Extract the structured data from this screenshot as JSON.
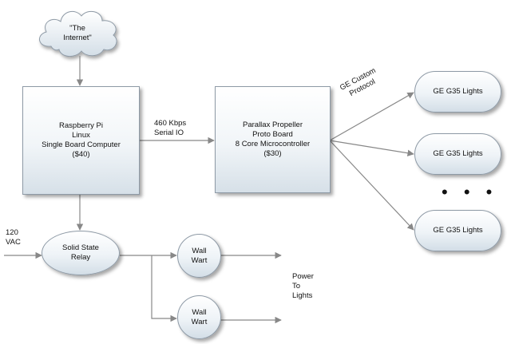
{
  "nodes": {
    "internet": "\"The\nInternet\"",
    "raspberry_pi": "Raspberry Pi\nLinux\nSingle Board Computer\n($40)",
    "propeller": "Parallax Propeller\nProto Board\n8 Core Microcontroller\n($30)",
    "ssr": "Solid State\nRelay",
    "wall_wart_1": "Wall\nWart",
    "wall_wart_2": "Wall\nWart",
    "lights_1": "GE G35 Lights",
    "lights_2": "GE G35 Lights",
    "lights_3": "GE G35 Lights"
  },
  "labels": {
    "serial": "460 Kbps\nSerial IO",
    "protocol": "GE Custom\nProtocol",
    "vac": "120\nVAC",
    "power": "Power\nTo\nLights",
    "ellipsis": "• • •"
  }
}
